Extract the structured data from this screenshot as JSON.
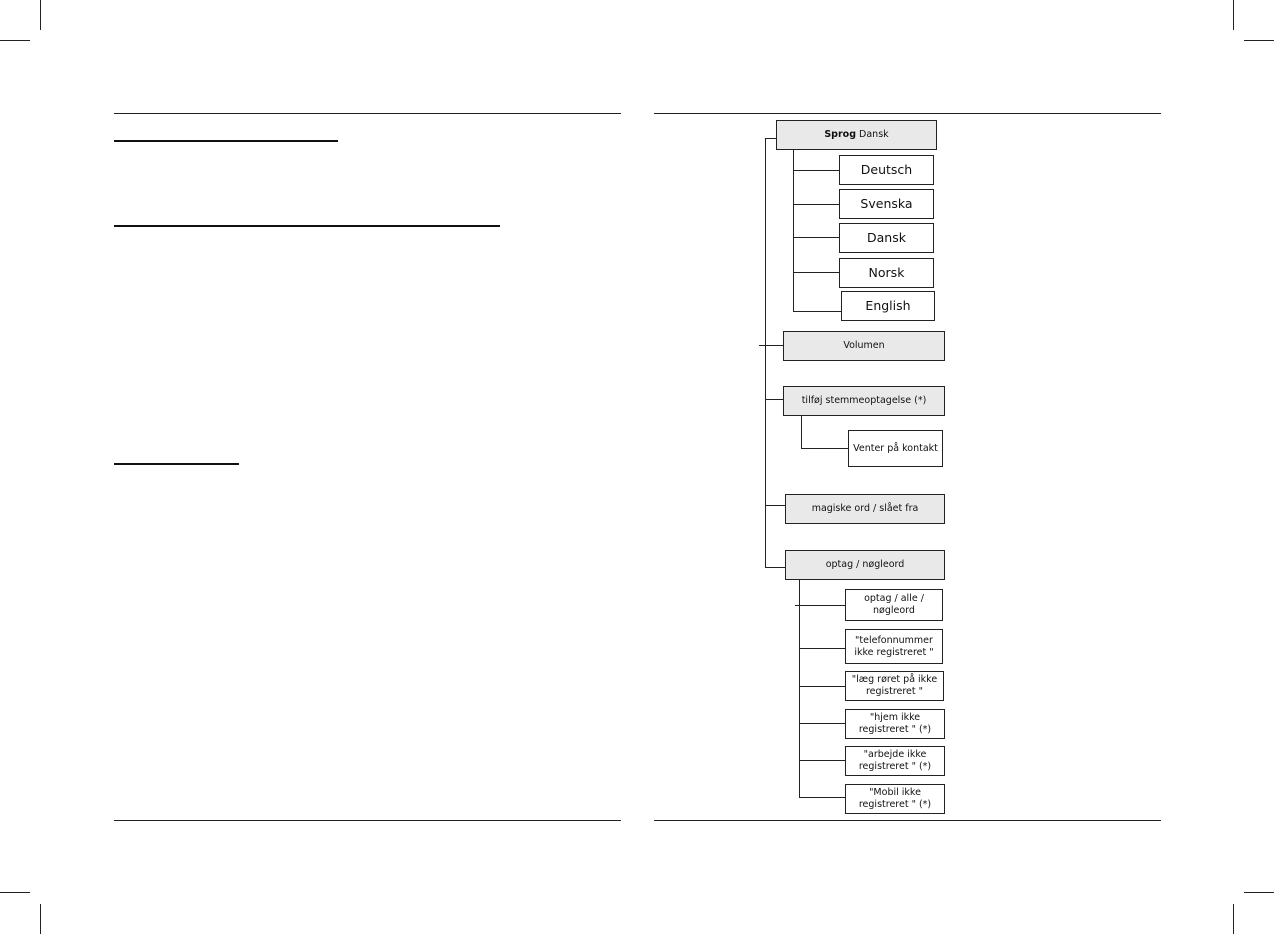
{
  "tree": {
    "root": {
      "prefix": "Sprog",
      "value": "Dansk"
    },
    "languages": [
      "Deutsch",
      "Svenska",
      "Dansk",
      "Norsk",
      "English"
    ],
    "volume": "Volumen",
    "add_voice": "tilføj stemmeoptagelse (*)",
    "waiting": "Venter på kontakt",
    "magic_words": "magiske ord / slået fra",
    "record_keyword": "optag / nøgleord",
    "record_options": [
      "optag / alle /\nnøgleord",
      "\"telefonnummer\nikke registreret \"",
      "\"læg røret på ikke\nregistreret \"",
      "\"hjem ikke\nregistreret \" (*)",
      "\"arbejde ikke\nregistreret \" (*)",
      "\"Mobil ikke\nregistreret \" (*)"
    ]
  }
}
